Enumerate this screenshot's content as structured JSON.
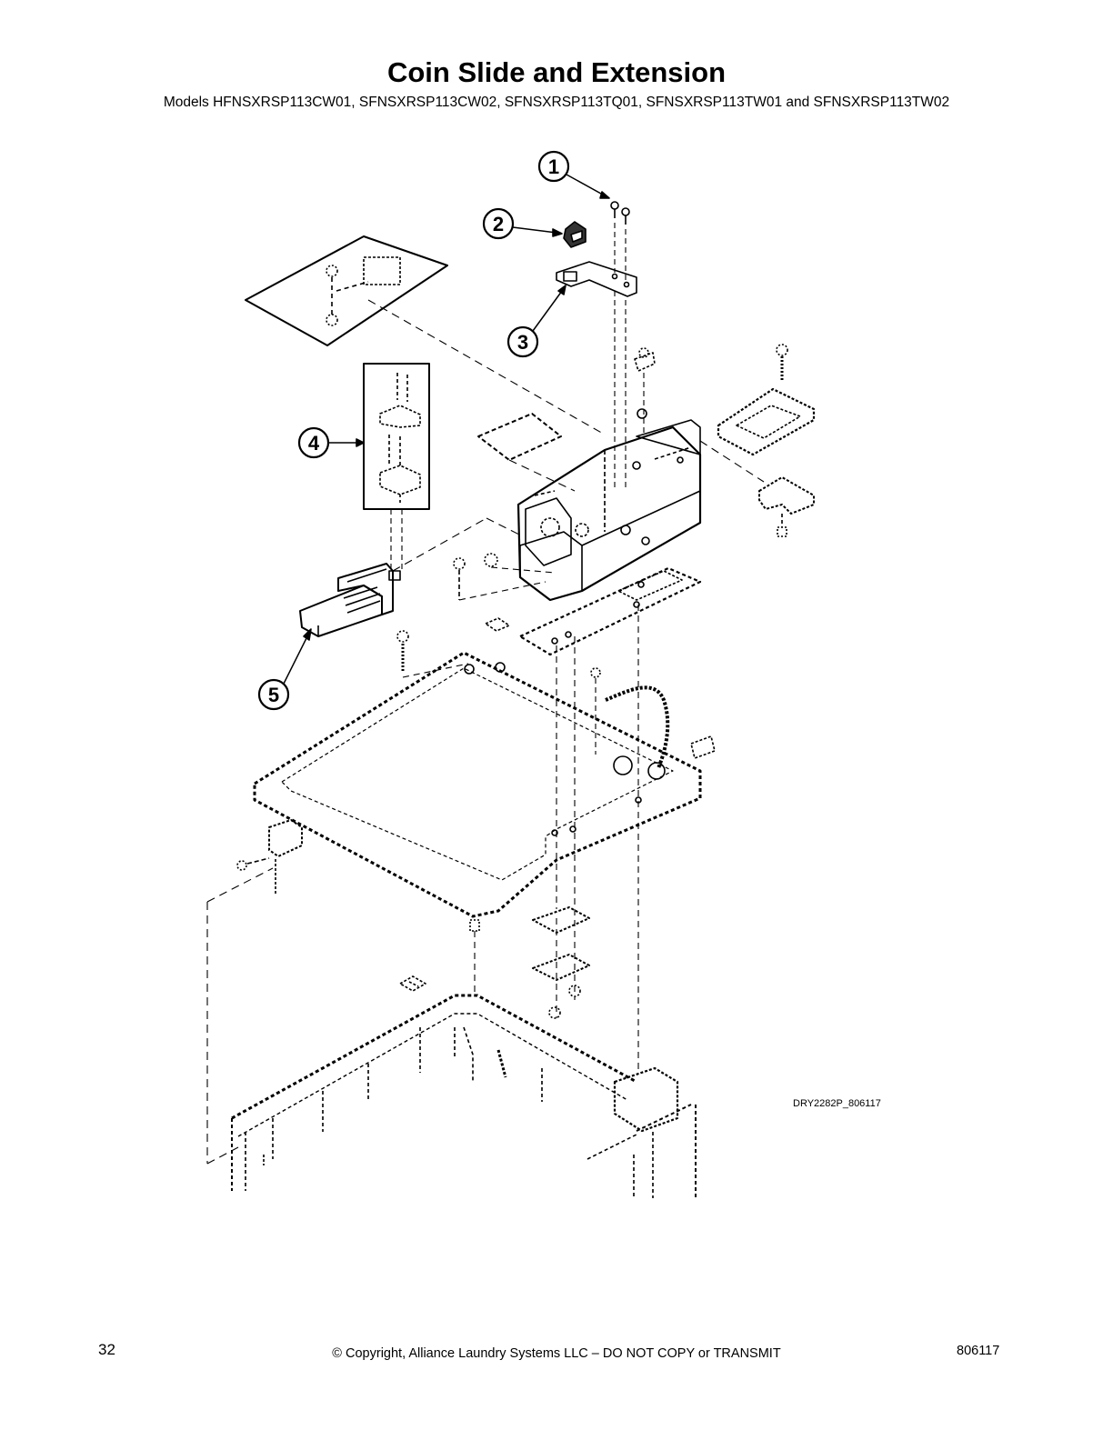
{
  "page": {
    "title": "Coin Slide and Extension",
    "subtitle": "Models HFNSXRSP113CW01, SFNSXRSP113CW02, SFNSXRSP113TQ01, SFNSXRSP113TW01 and SFNSXRSP113TW02"
  },
  "diagram": {
    "figure_id": "DRY2282P_806117",
    "callouts": [
      "1",
      "2",
      "3",
      "4",
      "5"
    ]
  },
  "footer": {
    "page_number": "32",
    "copyright": "© Copyright, Alliance Laundry Systems LLC – DO NOT COPY or TRANSMIT",
    "doc_number": "806117"
  }
}
